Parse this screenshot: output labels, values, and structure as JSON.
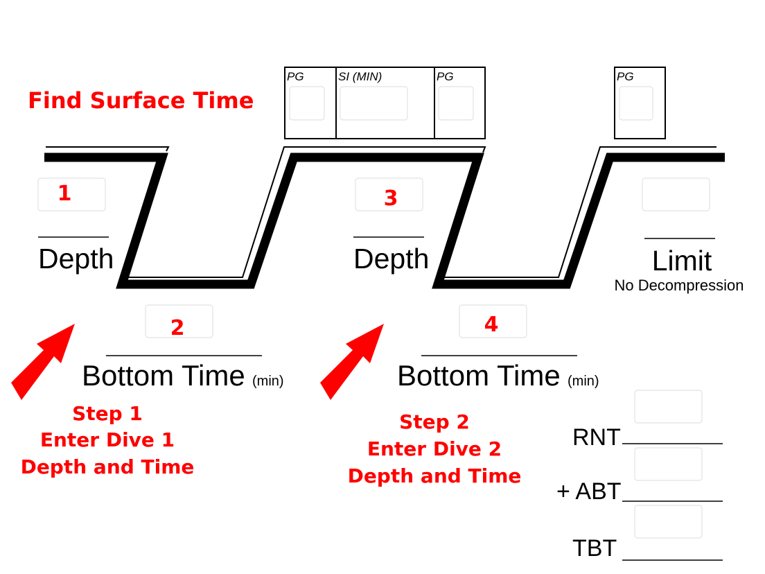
{
  "title": "Find Surface Time",
  "surface_box": {
    "pg_start": "PG",
    "si": "SI (MIN)",
    "pg_end": "PG",
    "pg_final": "PG"
  },
  "dive1": {
    "depth_label": "Depth",
    "depth_marker": "1",
    "bottom_time_label": "Bottom Time",
    "bottom_time_unit": "(min)",
    "bottom_time_marker": "2"
  },
  "dive2": {
    "depth_label": "Depth",
    "depth_marker": "3",
    "bottom_time_label": "Bottom Time",
    "bottom_time_unit": "(min)",
    "bottom_time_marker": "4"
  },
  "limit": {
    "label": "Limit",
    "sublabel": "No Decompression"
  },
  "step1": {
    "line1": "Step 1",
    "line2": "Enter Dive 1",
    "line3": "Depth and Time"
  },
  "step2": {
    "line1": "Step 2",
    "line2": "Enter Dive 2",
    "line3": "Depth and Time"
  },
  "totals": {
    "rnt": "RNT",
    "abt": "+ ABT",
    "tbt": "TBT"
  },
  "colors": {
    "accent": "#ff0000",
    "line": "#000000",
    "input_border": "#e2e2e2"
  }
}
